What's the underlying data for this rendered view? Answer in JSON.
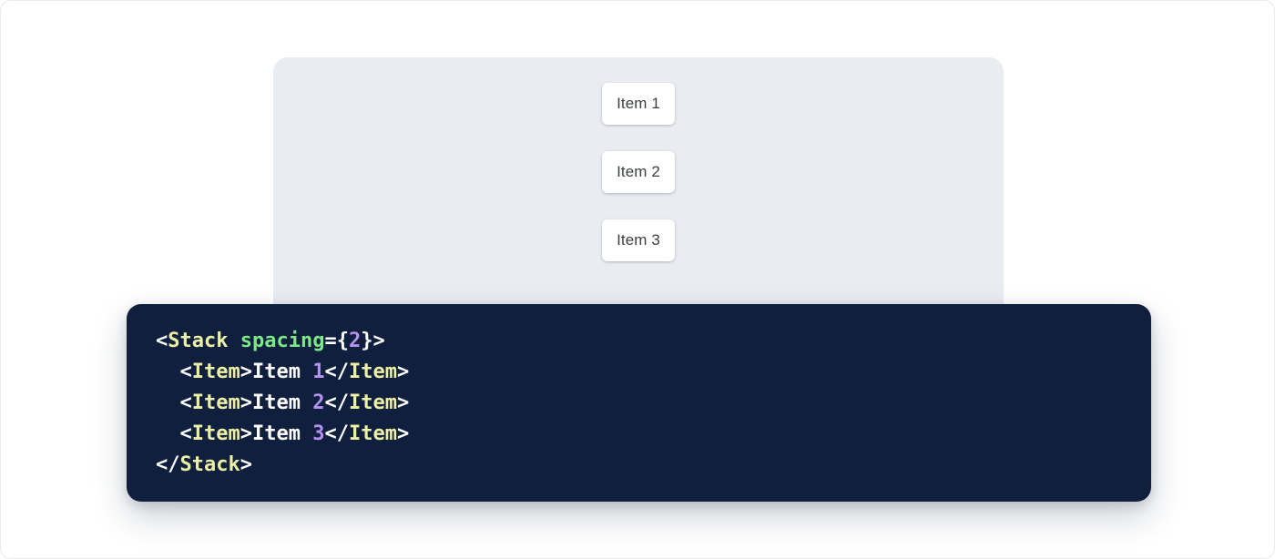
{
  "preview": {
    "panel_background": "#e9ecf1",
    "items": [
      {
        "label": "Item 1"
      },
      {
        "label": "Item 2"
      },
      {
        "label": "Item 3"
      }
    ]
  },
  "code": {
    "background": "#0f1f3d",
    "language": "jsx",
    "text": "<Stack spacing={2}>\n  <Item>Item 1</Item>\n  <Item>Item 2</Item>\n  <Item>Item 3</Item>\n</Stack>",
    "colors": {
      "tag": "#ecf0a6",
      "attribute": "#7ee787",
      "number": "#b392f0",
      "punctuation": "#ffffff",
      "text": "#ffffff"
    },
    "lines": [
      {
        "tokens": [
          {
            "t": "<",
            "k": "punct"
          },
          {
            "t": "Stack",
            "k": "tag"
          },
          {
            "t": " ",
            "k": "punct"
          },
          {
            "t": "spacing",
            "k": "attr"
          },
          {
            "t": "=",
            "k": "punct"
          },
          {
            "t": "{",
            "k": "punct"
          },
          {
            "t": "2",
            "k": "num"
          },
          {
            "t": "}",
            "k": "punct"
          },
          {
            "t": ">",
            "k": "punct"
          }
        ]
      },
      {
        "tokens": [
          {
            "t": "  <",
            "k": "punct"
          },
          {
            "t": "Item",
            "k": "tag"
          },
          {
            "t": ">",
            "k": "punct"
          },
          {
            "t": "Item ",
            "k": "text"
          },
          {
            "t": "1",
            "k": "num"
          },
          {
            "t": "</",
            "k": "punct"
          },
          {
            "t": "Item",
            "k": "tag"
          },
          {
            "t": ">",
            "k": "punct"
          }
        ]
      },
      {
        "tokens": [
          {
            "t": "  <",
            "k": "punct"
          },
          {
            "t": "Item",
            "k": "tag"
          },
          {
            "t": ">",
            "k": "punct"
          },
          {
            "t": "Item ",
            "k": "text"
          },
          {
            "t": "2",
            "k": "num"
          },
          {
            "t": "</",
            "k": "punct"
          },
          {
            "t": "Item",
            "k": "tag"
          },
          {
            "t": ">",
            "k": "punct"
          }
        ]
      },
      {
        "tokens": [
          {
            "t": "  <",
            "k": "punct"
          },
          {
            "t": "Item",
            "k": "tag"
          },
          {
            "t": ">",
            "k": "punct"
          },
          {
            "t": "Item ",
            "k": "text"
          },
          {
            "t": "3",
            "k": "num"
          },
          {
            "t": "</",
            "k": "punct"
          },
          {
            "t": "Item",
            "k": "tag"
          },
          {
            "t": ">",
            "k": "punct"
          }
        ]
      },
      {
        "tokens": [
          {
            "t": "</",
            "k": "punct"
          },
          {
            "t": "Stack",
            "k": "tag"
          },
          {
            "t": ">",
            "k": "punct"
          }
        ]
      }
    ]
  }
}
